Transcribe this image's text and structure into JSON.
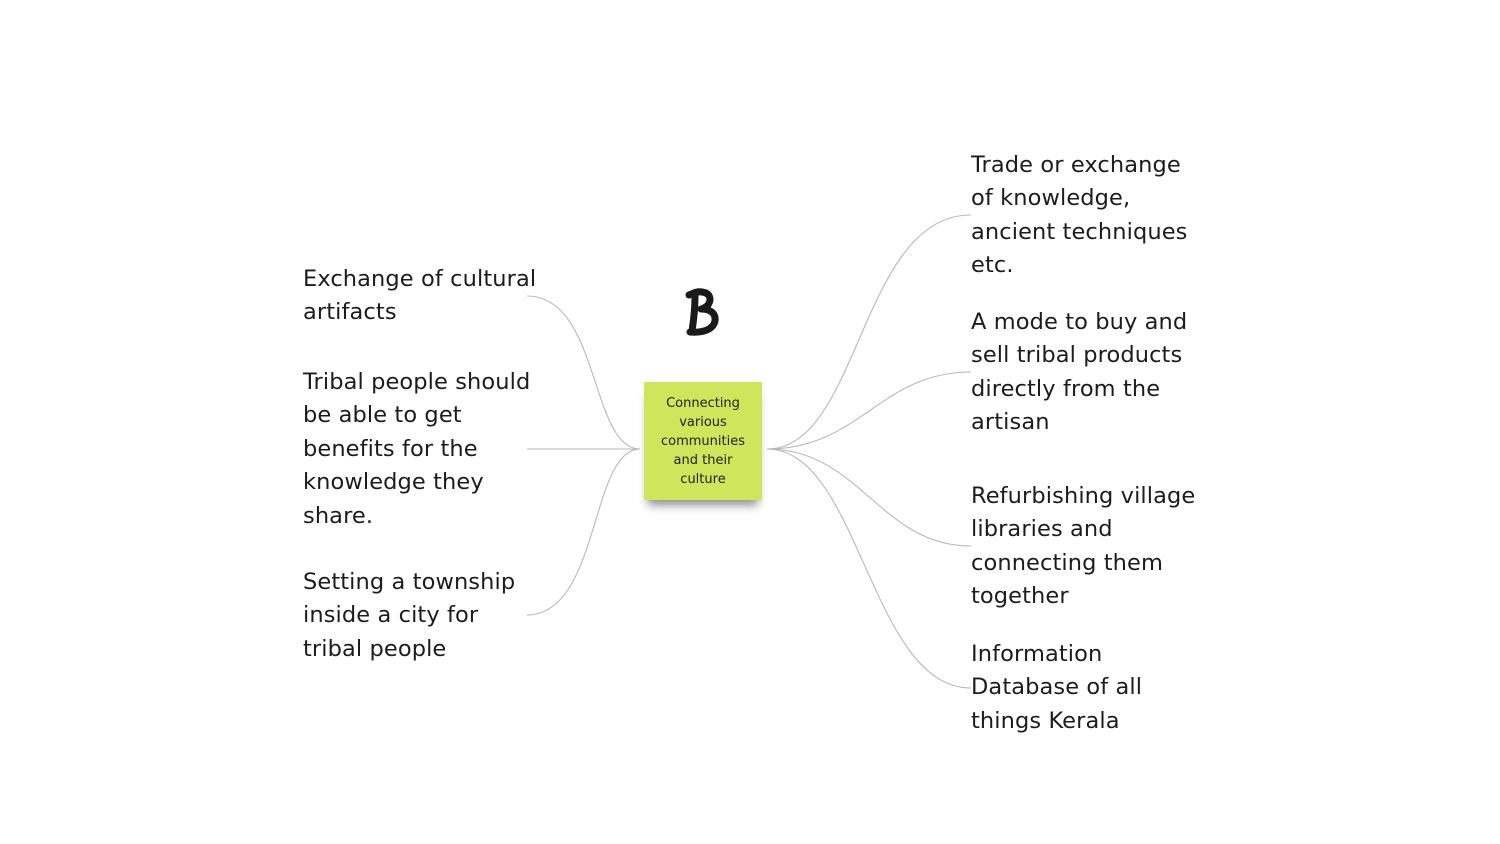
{
  "mindmap": {
    "marker_letter": "B",
    "center": {
      "text": "Connecting\nvarious\ncommunities\nand their\nculture",
      "color": "#cfe55c"
    },
    "left_branches": [
      {
        "text": "Exchange of cultural\nartifacts"
      },
      {
        "text": "Tribal people should\nbe able to get\nbenefits for the\nknowledge they\nshare."
      },
      {
        "text": "Setting a township\ninside a city for\ntribal people"
      }
    ],
    "right_branches": [
      {
        "text": "Trade or exchange\nof knowledge,\nancient techniques\netc."
      },
      {
        "text": "A mode to buy and\nsell tribal products\ndirectly from the\nartisan"
      },
      {
        "text": "Refurbishing village\nlibraries and\nconnecting them\ntogether"
      },
      {
        "text": "Information\nDatabase of all\nthings Kerala"
      }
    ],
    "connector_color": "#b8b8b8"
  }
}
